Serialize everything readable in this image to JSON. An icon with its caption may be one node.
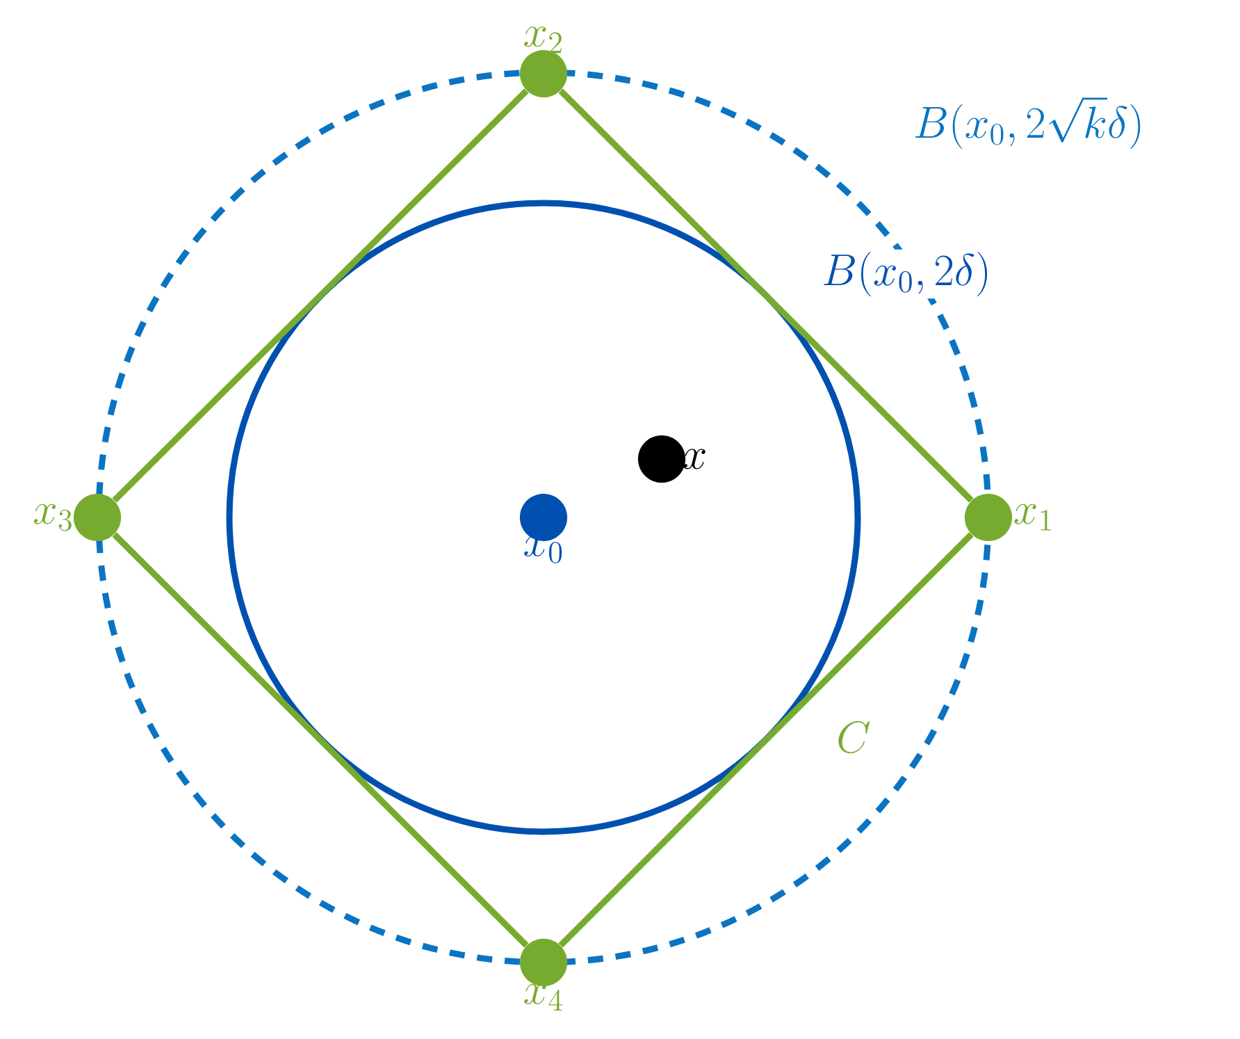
{
  "diagram": {
    "nodes": [
      {
        "text": [
          "x_1"
        ]
      },
      {
        "text": [
          "x_2"
        ]
      },
      {
        "text": [
          "x_3"
        ]
      },
      {
        "text": [
          "x_4"
        ]
      },
      {
        "text": [
          "x_0"
        ]
      },
      {
        "text": [
          "x"
        ]
      }
    ],
    "edges": [
      {
        "from": 0,
        "to": 1,
        "arrow": "none"
      },
      {
        "from": 1,
        "to": 2,
        "arrow": "none"
      },
      {
        "from": 2,
        "to": 3,
        "arrow": "none"
      },
      {
        "from": 3,
        "to": 0,
        "arrow": "none"
      }
    ],
    "labels": [
      "B(x_0, 2\\sqrt{k}\\delta)",
      "B(x_0, 2\\delta)",
      "C"
    ]
  }
}
